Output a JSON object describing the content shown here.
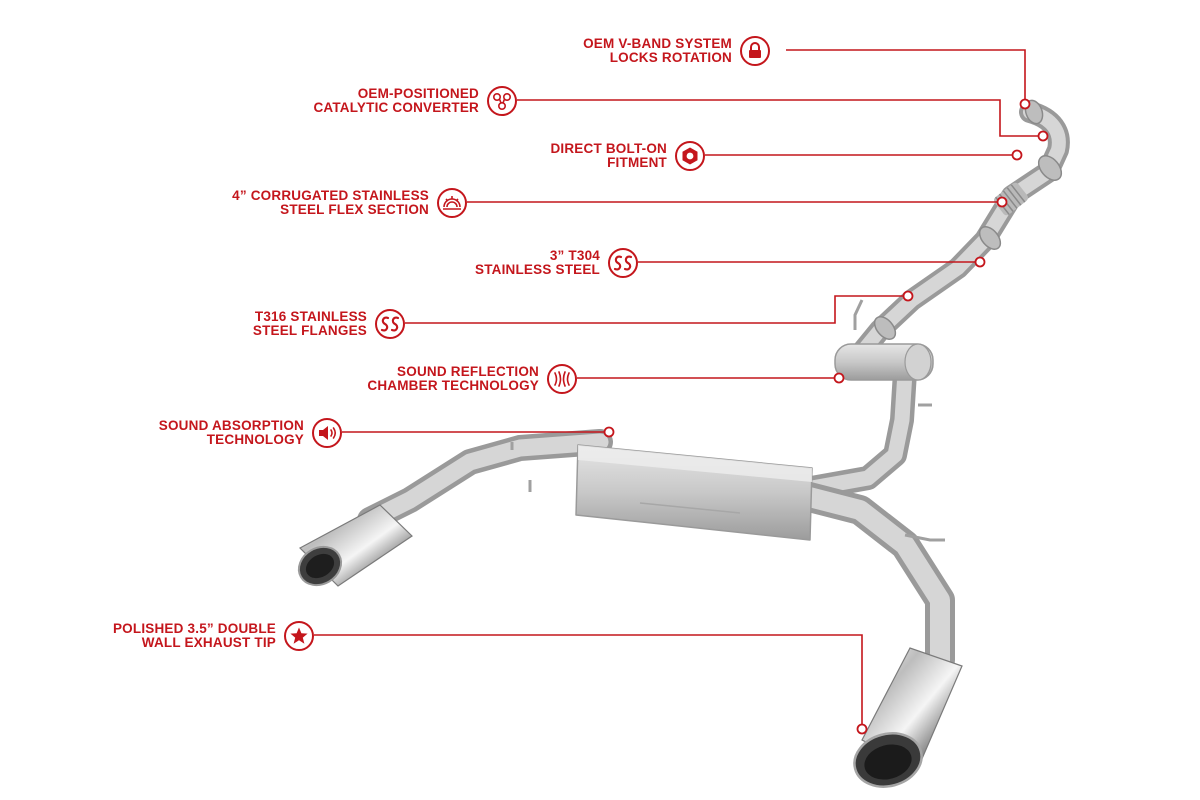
{
  "colors": {
    "accent": "#c4161c",
    "background": "#ffffff",
    "steel": "#c9c9c9"
  },
  "callouts": [
    {
      "id": "vband",
      "icon": "lock-icon",
      "lines": [
        "OEM V-BAND SYSTEM",
        "LOCKS ROTATION"
      ]
    },
    {
      "id": "catalytic",
      "icon": "catalytic-converter-icon",
      "lines": [
        "OEM-POSITIONED",
        "CATALYTIC CONVERTER"
      ]
    },
    {
      "id": "boltOn",
      "icon": "hex-bolt-icon",
      "lines": [
        "DIRECT BOLT-ON",
        "FITMENT"
      ]
    },
    {
      "id": "flex",
      "icon": "flex-section-icon",
      "lines": [
        "4” CORRUGATED STAINLESS",
        "STEEL FLEX SECTION"
      ]
    },
    {
      "id": "t304",
      "icon": "stainless-steel-icon",
      "lines": [
        "3” T304",
        "STAINLESS STEEL"
      ]
    },
    {
      "id": "t316",
      "icon": "stainless-steel-icon",
      "lines": [
        "T316 STAINLESS",
        "STEEL FLANGES"
      ]
    },
    {
      "id": "reflection",
      "icon": "sound-waves-icon",
      "lines": [
        "SOUND REFLECTION",
        "CHAMBER TECHNOLOGY"
      ]
    },
    {
      "id": "absorption",
      "icon": "speaker-icon",
      "lines": [
        "SOUND ABSORPTION",
        "TECHNOLOGY"
      ]
    },
    {
      "id": "tip",
      "icon": "star-icon",
      "lines": [
        "POLISHED 3.5” DOUBLE",
        "WALL EXHAUST TIP"
      ]
    }
  ]
}
